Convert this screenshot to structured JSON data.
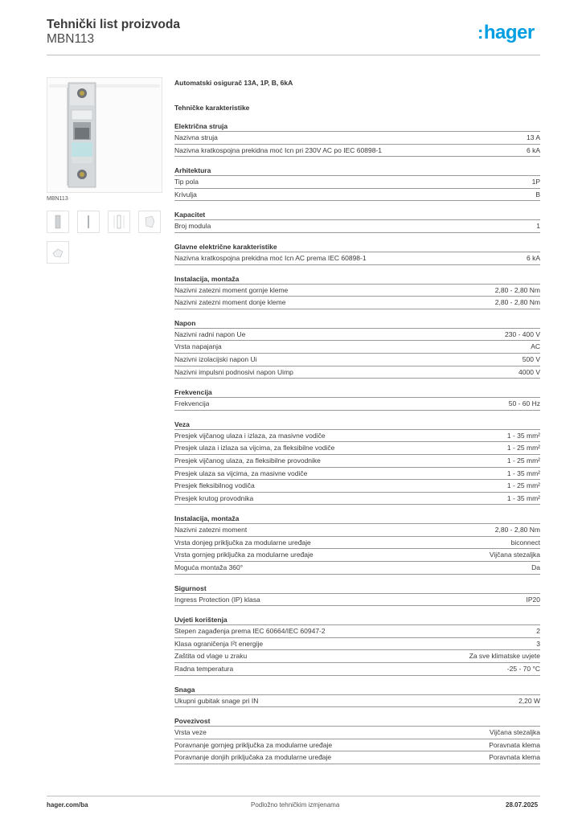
{
  "header": {
    "title": "Tehnički list proizvoda",
    "code": "MBN113",
    "logo": "hager"
  },
  "product": {
    "image_label": "MBN113",
    "description": "Automatski osigurač 13A, 1P, B, 6kA"
  },
  "tech_title": "Tehničke karakteristike",
  "sections": [
    {
      "title": "Električna struja",
      "rows": [
        {
          "label": "Nazivna struja",
          "value": "13 A"
        },
        {
          "label": "Nazivna kratkospojna prekidna moć Icn pri 230V AC po IEC 60898-1",
          "value": "6 kA"
        }
      ]
    },
    {
      "title": "Arhitektura",
      "rows": [
        {
          "label": "Tip pola",
          "value": "1P"
        },
        {
          "label": "Krivulja",
          "value": "B"
        }
      ]
    },
    {
      "title": "Kapacitet",
      "rows": [
        {
          "label": "Broj modula",
          "value": "1"
        }
      ]
    },
    {
      "title": "Glavne električne karakteristike",
      "rows": [
        {
          "label": "Nazivna kratkospojna prekidna moć Icn AC prema IEC 60898-1",
          "value": "6 kA"
        }
      ]
    },
    {
      "title": "Instalacija, montaža",
      "rows": [
        {
          "label": "Nazivni zatezni moment gornje kleme",
          "value": "2,80 - 2,80 Nm"
        },
        {
          "label": "Nazivni zatezni moment donje kleme",
          "value": "2,80 - 2,80 Nm"
        }
      ]
    },
    {
      "title": "Napon",
      "rows": [
        {
          "label": "Nazivni radni napon Ue",
          "value": "230 - 400 V"
        },
        {
          "label": "Vrsta napajanja",
          "value": "AC"
        },
        {
          "label": "Nazivni izolacijski napon Ui",
          "value": "500 V"
        },
        {
          "label": "Nazivni impulsni podnosivi napon Uimp",
          "value": "4000 V"
        }
      ]
    },
    {
      "title": "Frekvencija",
      "rows": [
        {
          "label": "Frekvencija",
          "value": "50 - 60 Hz"
        }
      ]
    },
    {
      "title": "Veza",
      "rows": [
        {
          "label": "Presjek vijčanog ulaza i izlaza, za masivne vodiče",
          "value": "1 - 35 mm²"
        },
        {
          "label": "Presjek ulaza i izlaza sa vijcima, za fleksibilne vodiče",
          "value": "1 - 25 mm²"
        },
        {
          "label": "Presjek vijčanog ulaza, za fleksibilne provodnike",
          "value": "1 - 25 mm²"
        },
        {
          "label": "Presjek ulaza sa vijcima, za masivne vodiče",
          "value": "1 - 35 mm²"
        },
        {
          "label": "Presjek fleksibilnog vodiča",
          "value": "1 - 25 mm²"
        },
        {
          "label": "Presjek krutog provodnika",
          "value": "1 - 35 mm²"
        }
      ]
    },
    {
      "title": "Instalacija, montaža",
      "rows": [
        {
          "label": "Nazivni zatezni moment",
          "value": "2,80 - 2,80 Nm"
        },
        {
          "label": "Vrsta donjeg priključka za modularne uređaje",
          "value": "biconnect"
        },
        {
          "label": "Vrsta gornjeg priključka za modularne uređaje",
          "value": "Vijčana stezaljka"
        },
        {
          "label": "Moguća montaža 360°",
          "value": "Da"
        }
      ]
    },
    {
      "title": "Sigurnost",
      "rows": [
        {
          "label": "Ingress Protection (IP) klasa",
          "value": "IP20"
        }
      ]
    },
    {
      "title": "Uvjeti korištenja",
      "rows": [
        {
          "label": "Stepen zagađenja prema IEC 60664/IEC 60947-2",
          "value": "2"
        },
        {
          "label": "Klasa ograničenja I²t energije",
          "value": "3"
        },
        {
          "label": "Zaštita od vlage u zraku",
          "value": "Za sve klimatske uvjete"
        },
        {
          "label": "Radna temperatura",
          "value": "-25 - 70 °C"
        }
      ]
    },
    {
      "title": "Snaga",
      "rows": [
        {
          "label": "Ukupni gubitak snage pri IN",
          "value": "2,20 W"
        }
      ]
    },
    {
      "title": "Povezivost",
      "rows": [
        {
          "label": "Vrsta veze",
          "value": "Vijčana stezaljka"
        },
        {
          "label": "Poravnanje gornjeg priključka za modularne uređaje",
          "value": "Poravnata klema"
        },
        {
          "label": "Poravnanje donjih priključaka za modularne uređaje",
          "value": "Poravnata klema"
        }
      ]
    }
  ],
  "footer": {
    "website": "hager.com/ba",
    "note": "Podložno tehničkim izmjenama",
    "date": "28.07.2025"
  }
}
